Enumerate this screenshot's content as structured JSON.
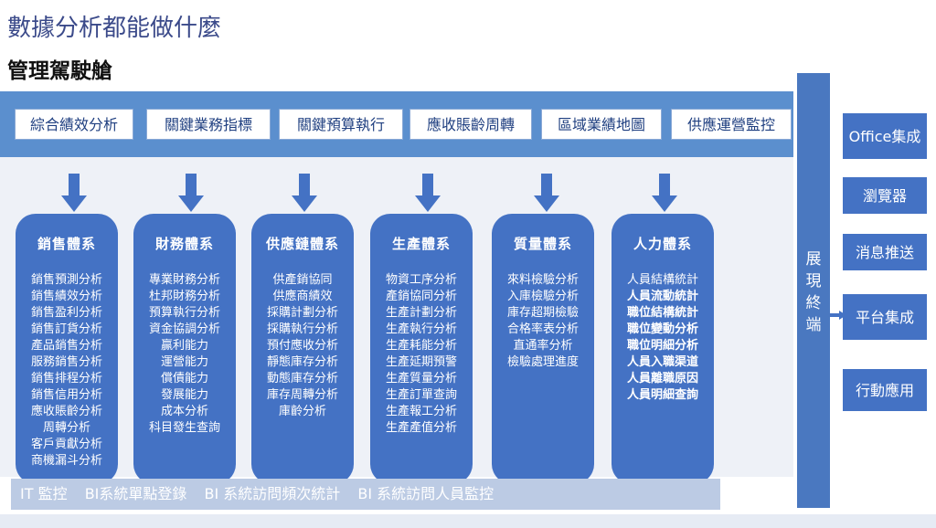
{
  "title": "數據分析都能做什麼",
  "subtitle": "管理駕駛艙",
  "top_items": [
    "綜合績效分析",
    "關鍵業務指標",
    "關鍵預算執行",
    "應收賬齡周轉",
    "區域業績地圖",
    "供應運營監控"
  ],
  "pillars": [
    {
      "title": "銷售體系",
      "items": [
        "銷售預測分析",
        "銷售績效分析",
        "銷售盈利分析",
        "銷售訂貨分析",
        "產品銷售分析",
        "服務銷售分析",
        "銷售排程分析",
        "銷售信用分析",
        "應收賬齡分析",
        "周轉分析",
        "客戶貢獻分析",
        "商機漏斗分析"
      ]
    },
    {
      "title": "財務體系",
      "items": [
        "專業財務分析",
        "杜邦財務分析",
        "預算執行分析",
        "資金協調分析",
        "贏利能力",
        "運營能力",
        "償債能力",
        "發展能力",
        "成本分析",
        "科目發生查詢"
      ]
    },
    {
      "title": "供應鏈體系",
      "items": [
        "供產銷協同",
        "供應商績效",
        "採購計劃分析",
        "採購執行分析",
        "預付應收分析",
        "靜態庫存分析",
        "動態庫存分析",
        "庫存周轉分析",
        "庫齡分析"
      ]
    },
    {
      "title": "生產體系",
      "items": [
        "物資工序分析",
        "產銷協同分析",
        "生產計劃分析",
        "生產執行分析",
        "生產耗能分析",
        "生產延期預警",
        "生產質量分析",
        "生產訂單查詢",
        "生產報工分析",
        "生產產值分析"
      ]
    },
    {
      "title": "質量體系",
      "items": [
        "來料檢驗分析",
        "入庫檢驗分析",
        "庫存超期檢驗",
        "合格率表分析",
        "直通率分析",
        "檢驗處理進度"
      ]
    },
    {
      "title": "人力體系",
      "items": [
        "人員結構統計",
        "人員流動統計",
        "職位結構統計",
        "職位變動分析",
        "職位明細分析",
        "人員入職渠道",
        "人員離職原因",
        "人員明細查詢"
      ]
    }
  ],
  "bottom_bar": [
    "IT 監控",
    "BI系統單點登錄",
    "BI 系統訪問頻次統計",
    "BI 系統訪問人員監控"
  ],
  "vertical_label": [
    "展",
    "現",
    "終",
    "端"
  ],
  "right_buttons": [
    "Office集成",
    "瀏覽器",
    "消息推送",
    "平台集成",
    "行動應用"
  ],
  "colors": {
    "band": "#5b8fce",
    "pillar": "#4472c4",
    "title": "#3b4a8a"
  }
}
